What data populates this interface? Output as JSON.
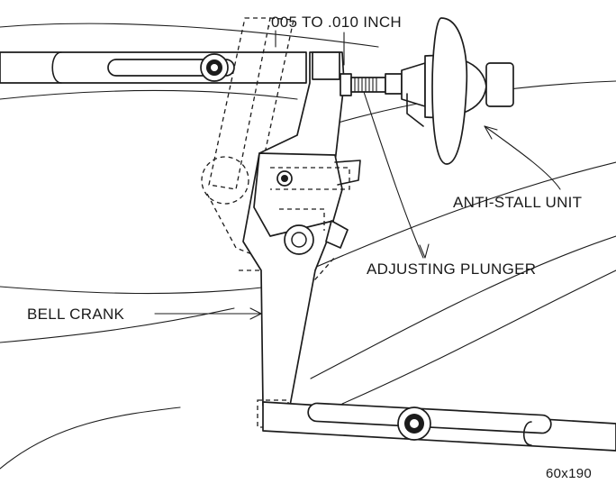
{
  "labels": {
    "clearance": ".005 TO .010 INCH",
    "anti_stall_unit": "ANTI-STALL UNIT",
    "adjusting_plunger": "ADJUSTING PLUNGER",
    "bell_crank": "BELL CRANK",
    "figure_number": "60x190"
  }
}
